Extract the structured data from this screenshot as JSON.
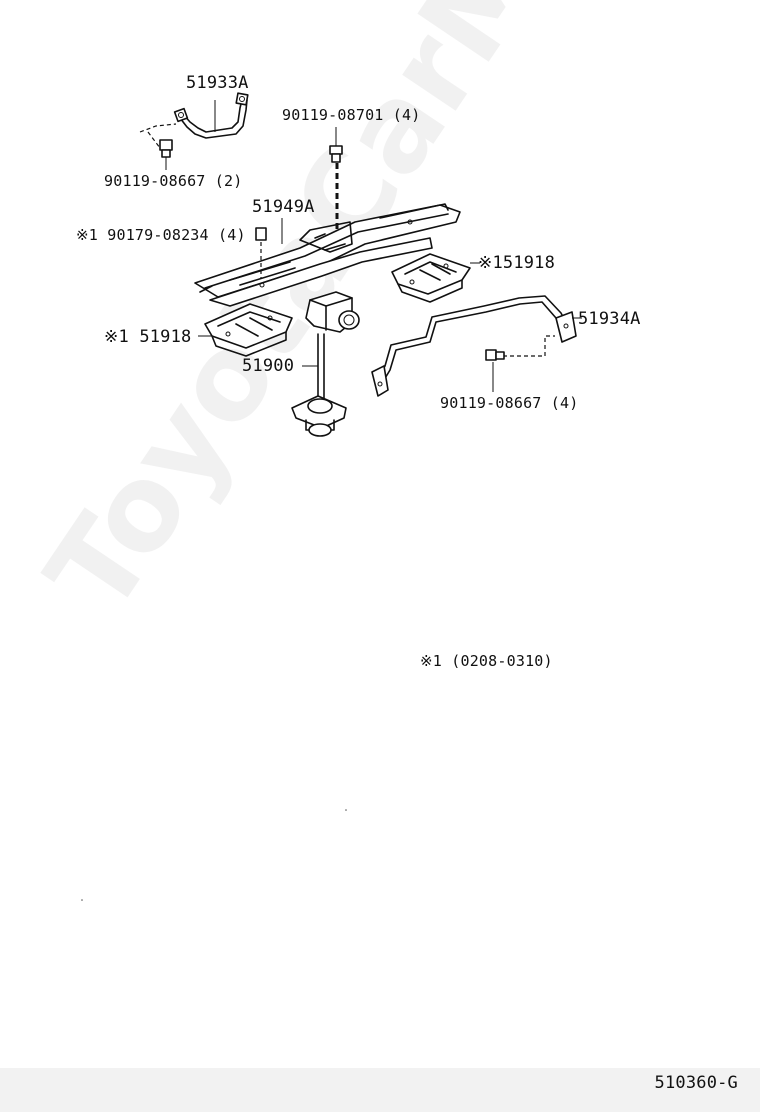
{
  "watermark": "ToyotaCarMine.ru",
  "page_code": "510360-G",
  "footnote": "※1 (0208-0310)",
  "parts": {
    "p51933A": "51933A",
    "p90119_08667_2": "90119-08667 (2)",
    "p90119_08701_4": "90119-08701 (4)",
    "p51949A": "51949A",
    "p90179_08234_4": "※1 90179-08234 (4)",
    "p51918_right": "※151918",
    "p51918_left": "※1 51918",
    "p51934A": "51934A",
    "p51900": "51900",
    "p90119_08667_4": "90119-08667 (4)"
  },
  "icons": {
    "bolt": "bolt-icon",
    "nut": "nut-icon"
  }
}
